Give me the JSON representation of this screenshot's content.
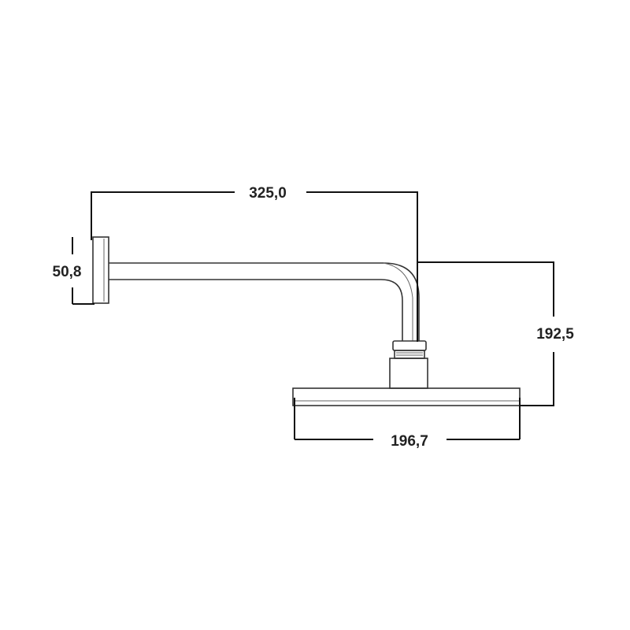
{
  "dimensions": {
    "arm_length": "325,0",
    "flange_diameter": "50,8",
    "drop_height": "192,5",
    "head_width": "196,7"
  },
  "colors": {
    "line": "#333333",
    "dimension_line": "#111111",
    "text": "#222222",
    "background": "#ffffff"
  }
}
